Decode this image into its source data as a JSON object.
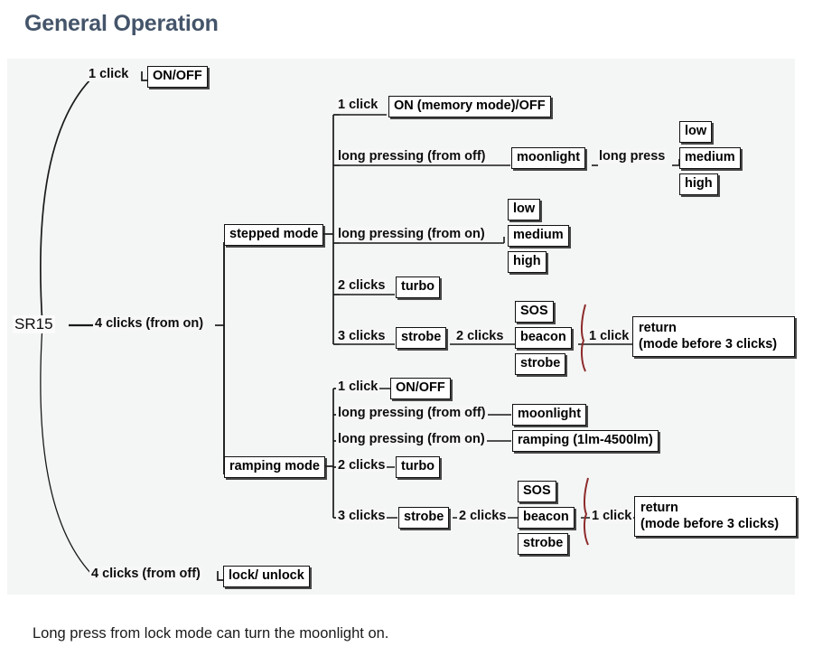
{
  "header": {
    "title": "General Operation"
  },
  "footer": {
    "note": "Long press from lock mode can turn the moonlight on."
  },
  "colors": {
    "title": "#44546A",
    "panel_bg": "#f4f5f5",
    "node_border": "#111111",
    "brace": "#8d2b2b"
  },
  "diagram": {
    "root": {
      "label": "SR15"
    },
    "branches": {
      "top": {
        "label": "1 click",
        "node": "ON/OFF"
      },
      "middle": {
        "label": "4 clicks (from on)"
      },
      "bottom": {
        "label": "4 clicks (from off)",
        "node": "lock/ unlock"
      }
    },
    "modes": [
      {
        "name": "stepped mode"
      },
      {
        "name": "ramping mode"
      }
    ],
    "stepped": {
      "rows": [
        {
          "label": "1 click",
          "node": "ON (memory mode)/OFF"
        },
        {
          "label": "long pressing (from off)",
          "node": "moonlight",
          "label2": "long press",
          "levels": [
            "low",
            "medium",
            "high"
          ]
        },
        {
          "label": "long pressing (from on)",
          "levels": [
            "low",
            "medium",
            "high"
          ]
        },
        {
          "label": "2 clicks",
          "node": "turbo"
        },
        {
          "label": "3 clicks",
          "node": "strobe",
          "label2": "2 clicks",
          "flashes": [
            "SOS",
            "beacon",
            "strobe"
          ],
          "label3": "1 click",
          "return_line1": "return",
          "return_line2": "(mode before 3 clicks)"
        }
      ]
    },
    "ramping": {
      "rows": [
        {
          "label": "1 click",
          "node": "ON/OFF"
        },
        {
          "label": "long pressing (from off)",
          "node": "moonlight"
        },
        {
          "label": "long pressing (from on)",
          "node": "ramping (1lm-4500lm)"
        },
        {
          "label": "2 clicks",
          "node": "turbo"
        },
        {
          "label": "3 clicks",
          "node": "strobe",
          "label2": "2 clicks",
          "flashes": [
            "SOS",
            "beacon",
            "strobe"
          ],
          "label3": "1 click",
          "return_line1": "return",
          "return_line2": "(mode before 3 clicks)"
        }
      ]
    }
  }
}
